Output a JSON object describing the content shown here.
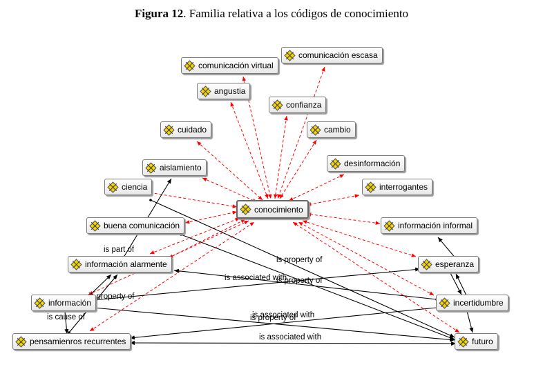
{
  "caption": {
    "number": "Figura 12",
    "text": ". Familia relativa a los códigos de conocimiento"
  },
  "colors": {
    "dashed_edge": "#ff0000",
    "solid_edge": "#000000",
    "node_bg": "#f2f2f2",
    "icon_fill": "#f5d400"
  },
  "node_icon": "code-diamond-icon",
  "nodes": {
    "comunicacion_virtual": "comunicación virtual",
    "comunicacion_escasa": "comunicación escasa",
    "angustia": "angustia",
    "confianza": "confianza",
    "cuidado": "cuidado",
    "cambio": "cambio",
    "aislamiento": "aislamiento",
    "desinformacion": "desinformación",
    "ciencia": "ciencia",
    "interrogantes": "interrogantes",
    "conocimiento": "conocimiento",
    "buena_comunicacion": "buena comunicación",
    "informacion_informal": "información informal",
    "informacion_alarmente": "información alarmente",
    "esperanza": "esperanza",
    "informacion": "información",
    "incertidumbre": "incertidumbre",
    "pensamientos_recurrentes": "pensamienros recurrentes",
    "futuro": "futuro"
  },
  "relation_labels": {
    "is_part_of": "is part of",
    "is_property_of_1": "is property of",
    "is_associated_with_1": "is associated with",
    "is_property_of_2": "is property of",
    "is_property_of_3": "is property of",
    "is_cause_of": "is cause of",
    "is_associated_with_2": "is associated with",
    "is_property_of_4": "is property of",
    "is_associated_with_3": "is associated with"
  }
}
